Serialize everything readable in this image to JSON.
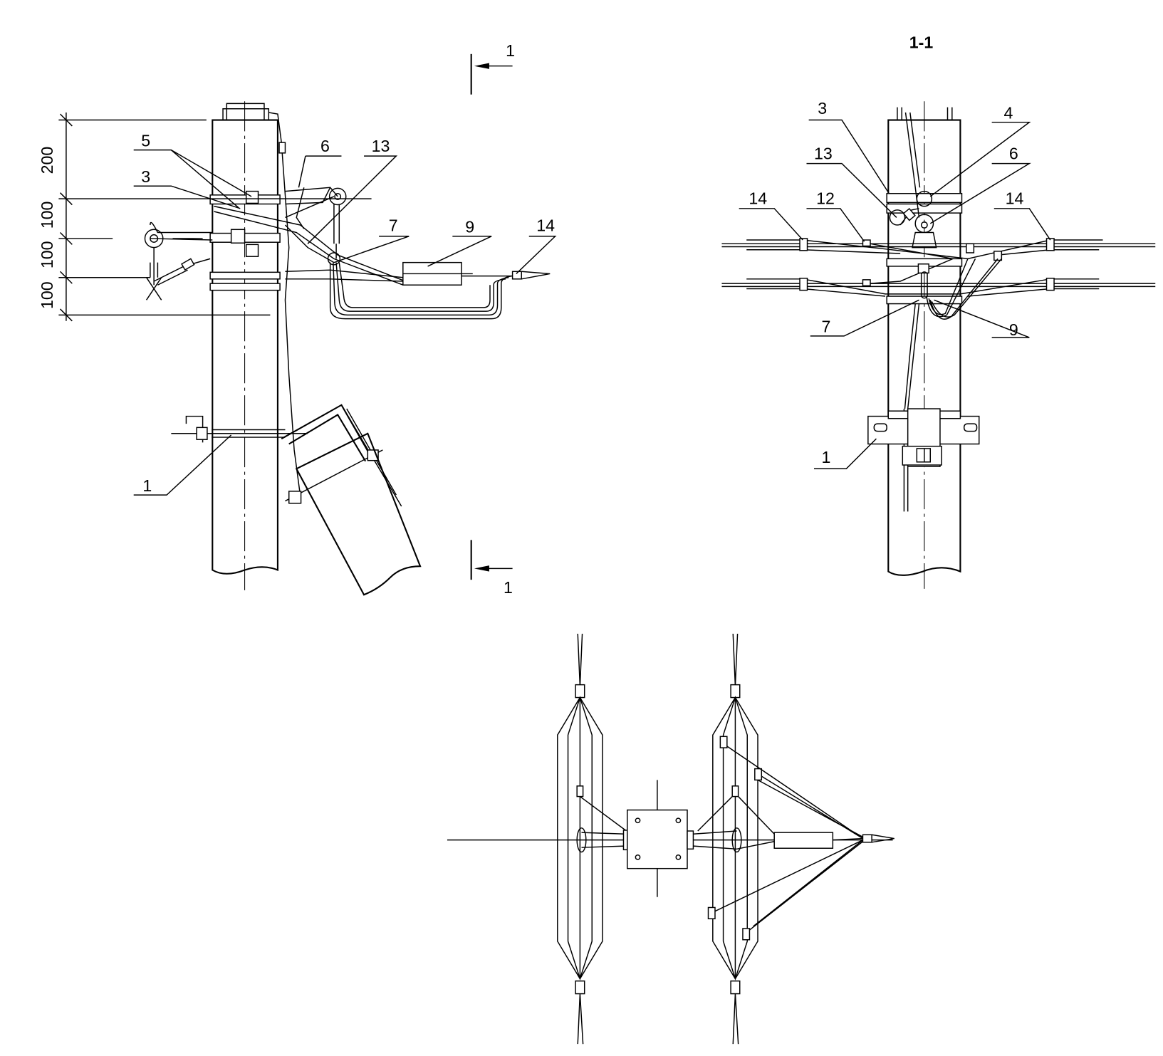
{
  "side_view": {
    "section_mark_top": "1",
    "section_mark_bottom": "1",
    "dimensions": [
      "200",
      "100",
      "100",
      "100"
    ],
    "callouts": {
      "c5": "5",
      "c3": "3",
      "c6": "6",
      "c13": "13",
      "c7": "7",
      "c9": "9",
      "c14": "14",
      "c1": "1"
    }
  },
  "section_view": {
    "title": "1-1",
    "callouts": {
      "c3": "3",
      "c4": "4",
      "c13": "13",
      "c6": "6",
      "c14a": "14",
      "c12": "12",
      "c14b": "14",
      "c7": "7",
      "c9": "9",
      "c1": "1"
    }
  }
}
